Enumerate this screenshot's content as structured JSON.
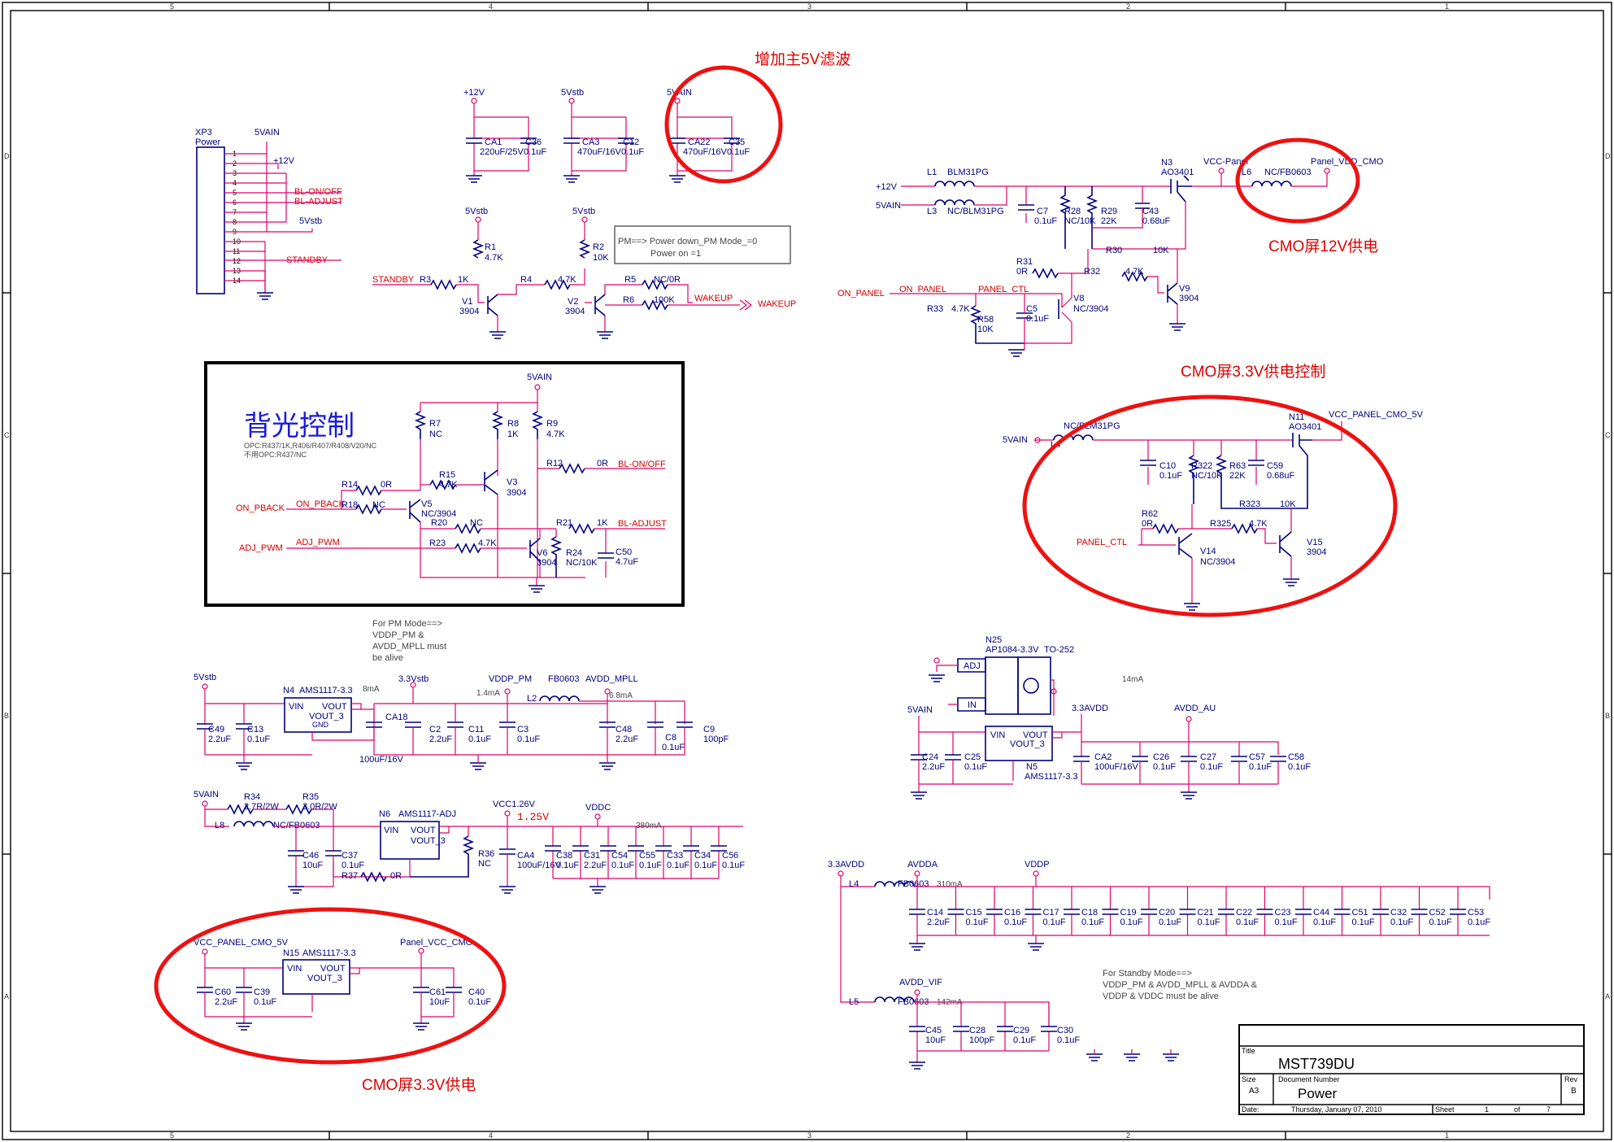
{
  "zones": {
    "columns": [
      "5",
      "4",
      "3",
      "2",
      "1"
    ],
    "rows": [
      "D",
      "C",
      "B",
      "A"
    ]
  },
  "annotations": {
    "filter_5v": "增加主5V滤波",
    "cmo_12v": "CMO屏12V供电",
    "cmo_33v_ctrl": "CMO屏3.3V供电控制",
    "cmo_33v": "CMO屏3.3V供电",
    "backlight": "背光控制",
    "backlight_note1": "OPC:R437/1K,R406/R407/R408/V20/NC",
    "backlight_note2": "不用OPC:R437/NC"
  },
  "notes": {
    "pm_mode": [
      "PM==> Power down_PM Mode_=0",
      "Power on =1"
    ],
    "pm_alive": [
      "For PM Mode==>",
      "VDDP_PM &",
      "AVDD_MPLL must",
      "be alive"
    ],
    "standby_alive": [
      "For Standby Mode==>",
      "VDDP_PM & AVDD_MPLL & AVDDA &",
      "VDDP & VDDC must be alive"
    ]
  },
  "connector": {
    "ref": "XP3",
    "name": "Power",
    "pins": [
      "1",
      "2",
      "3",
      "4",
      "5",
      "6",
      "7",
      "8",
      "9",
      "10",
      "11",
      "12",
      "13",
      "14"
    ],
    "nets": [
      "5VAIN",
      "+12V",
      "BL-ON/OFF",
      "BL-ADJUST",
      "5Vstb",
      "STANDBY"
    ]
  },
  "caps_top": [
    {
      "rail": "+12V",
      "ca": "CA1",
      "ca_val": "220uF/25V",
      "c": "C36",
      "c_val": "0.1uF"
    },
    {
      "rail": "5Vstb",
      "ca": "CA3",
      "ca_val": "470uF/16V",
      "c": "C12",
      "c_val": "0.1uF"
    },
    {
      "rail": "5VAIN",
      "ca": "CA22",
      "ca_val": "470uF/16V",
      "c": "C35",
      "c_val": "0.1uF"
    }
  ],
  "standby_circuit": {
    "rails": [
      "5Vstb",
      "5Vstb"
    ],
    "r1": [
      "R1",
      "4.7K"
    ],
    "r2": [
      "R2",
      "10K"
    ],
    "r3": [
      "R3",
      "1K"
    ],
    "r4": [
      "R4",
      "4.7K"
    ],
    "r5": [
      "R5",
      "NC/0R"
    ],
    "r6": [
      "R6",
      "100K"
    ],
    "v1": [
      "V1",
      "3904"
    ],
    "v2": [
      "V2",
      "3904"
    ],
    "standby": "STANDBY",
    "wakeup": "WAKEUP"
  },
  "panel12": {
    "l1": [
      "L1",
      "BLM31PG"
    ],
    "l3": [
      "L3",
      "NC/BLM31PG"
    ],
    "rails": [
      "+12V",
      "5VAIN"
    ],
    "c7": [
      "C7",
      "0.1uF"
    ],
    "r28": [
      "R28",
      "NC/10K"
    ],
    "r29": [
      "R29",
      "22K"
    ],
    "c43": [
      "C43",
      "0.68uF"
    ],
    "n3": [
      "N3",
      "AO3401"
    ],
    "vcc_panel": "VCC-Panel",
    "l6": [
      "L6",
      "NC/FB0603"
    ],
    "out": "Panel_VDD_CMO",
    "r30": [
      "R30",
      "10K"
    ],
    "r31": [
      "R31",
      "0R"
    ],
    "r32": [
      "R32",
      "4.7K"
    ],
    "v9": [
      "V9",
      "3904"
    ],
    "v8": [
      "V8",
      "NC/3904"
    ],
    "on_panel": "ON_PANEL",
    "panel_ctl": "PANEL_CTL",
    "r33": [
      "R33",
      "4.7K"
    ],
    "c5": [
      "C5",
      "0.1uF"
    ],
    "r58": [
      "R58",
      "10K"
    ]
  },
  "backlight": {
    "rail": "5VAIN",
    "r7": [
      "R7",
      "NC"
    ],
    "r8": [
      "R8",
      "1K"
    ],
    "r9": [
      "R9",
      "4.7K"
    ],
    "r12": [
      "R12",
      "0R"
    ],
    "r14": [
      "R14",
      "0R"
    ],
    "r15": [
      "R15",
      "4.7K"
    ],
    "r18": [
      "R18",
      "NC"
    ],
    "r20": [
      "R20",
      "NC"
    ],
    "r21": [
      "R21",
      "1K"
    ],
    "r23": [
      "R23",
      "4.7K"
    ],
    "r24": [
      "R24",
      "NC/10K"
    ],
    "c50": [
      "C50",
      "4.7uF"
    ],
    "v3": [
      "V3",
      "3904"
    ],
    "v5": [
      "V5",
      "NC/3904"
    ],
    "v6": [
      "V6",
      "3904"
    ],
    "on_pback": "ON_PBACK",
    "adj_pwm": "ADJ_PWM",
    "bl_on": "BL-ON/OFF",
    "bl_adj": "BL-ADJUST"
  },
  "panel33_ctrl": {
    "rail": "5VAIN",
    "l4": [
      "L4",
      "NC/BLM31PG"
    ],
    "n11": [
      "N11",
      "AO3401"
    ],
    "out": "VCC_PANEL_CMO_5V",
    "c10": [
      "C10",
      "0.1uF"
    ],
    "r322": [
      "R322",
      "NC/10K"
    ],
    "r63": [
      "R63",
      "22K"
    ],
    "c59": [
      "C59",
      "0.68uF"
    ],
    "r323": [
      "R323",
      "10K"
    ],
    "r62": [
      "R62",
      "0R"
    ],
    "r325": [
      "R325",
      "4.7K"
    ],
    "v14": [
      "V14",
      "NC/3904"
    ],
    "v15": [
      "V15",
      "3904"
    ],
    "panel_ctl": "PANEL_CTL"
  },
  "reg_n4": {
    "ref": "N4",
    "part": "AMS1117-3.3",
    "in": "5Vstb",
    "out": "3.3Vstb",
    "cur": "8mA",
    "vin": "VIN",
    "vout": "VOUT",
    "vout3": "VOUT_3",
    "gnd": "GND",
    "c49": [
      "C49",
      "2.2uF"
    ],
    "c13": [
      "C13",
      "0.1uF"
    ],
    "ca18": [
      "CA18",
      "100uF/16V"
    ],
    "c2": [
      "C2",
      "2.2uF"
    ],
    "c11": [
      "C11",
      "0.1uF"
    ],
    "vddp_pm": "VDDP_PM",
    "vddp_cur": "1.4mA",
    "c3": [
      "C3",
      "0.1uF"
    ],
    "l2": [
      "L2",
      "FB0603"
    ],
    "avdd_mpll": "AVDD_MPLL",
    "mpll_cur": "6.8mA",
    "c48": [
      "C48",
      "2.2uF"
    ],
    "c8": [
      "C8",
      "0.1uF"
    ],
    "c9": [
      "C9",
      "100pF"
    ]
  },
  "reg_n25": {
    "ref": "N25",
    "part": "AP1084-3.3V",
    "pkg": "TO-252",
    "adj": "ADJ",
    "in_pin": "IN",
    "cur": "14mA"
  },
  "reg_n5": {
    "ref": "N5",
    "part": "AMS1117-3.3",
    "in": "5VAIN",
    "out": "3.3AVDD",
    "avdd_au": "AVDD_AU",
    "c24": [
      "C24",
      "2.2uF"
    ],
    "c25": [
      "C25",
      "0.1uF"
    ],
    "ca2": [
      "CA2",
      "100uF/16V"
    ],
    "c26": [
      "C26",
      "0.1uF"
    ],
    "c27": [
      "C27",
      "0.1uF"
    ],
    "c57": [
      "C57",
      "0.1uF"
    ],
    "c58": [
      "C58",
      "0.1uF"
    ]
  },
  "reg_n6": {
    "ref": "N6",
    "part": "AMS1117-ADJ",
    "in": "5VAIN",
    "r34": [
      "R34",
      "2.7R/2W"
    ],
    "r35": [
      "R35",
      "3.0R/2W"
    ],
    "l8": [
      "L8",
      "NC/FB0603"
    ],
    "c46": [
      "C46",
      "10uF"
    ],
    "c37": [
      "C37",
      "0.1uF"
    ],
    "r37": [
      "R37",
      "0R"
    ],
    "r36": [
      "R36",
      "NC"
    ],
    "vcc126": "VCC1.26V",
    "v125": "1.25V",
    "vddc": "VDDC",
    "cur": "380mA",
    "ca4": [
      "CA4",
      "100uF/16V"
    ],
    "caps": [
      [
        "C38",
        "0.1uF"
      ],
      [
        "C31",
        "2.2uF"
      ],
      [
        "C54",
        "0.1uF"
      ],
      [
        "C55",
        "0.1uF"
      ],
      [
        "C33",
        "0.1uF"
      ],
      [
        "C34",
        "0.1uF"
      ],
      [
        "C56",
        "0.1uF"
      ]
    ]
  },
  "reg_n15": {
    "ref": "N15",
    "part": "AMS1117-3.3",
    "in": "VCC_PANEL_CMO_5V",
    "out": "Panel_VCC_CMO",
    "c60": [
      "C60",
      "2.2uF"
    ],
    "c39": [
      "C39",
      "0.1uF"
    ],
    "c61": [
      "C61",
      "10uF"
    ],
    "c40": [
      "C40",
      "0.1uF"
    ]
  },
  "avdda": {
    "rail": "3.3AVDD",
    "net": "AVDDA",
    "vddp": "VDDP",
    "l4": [
      "L4",
      "FB0603"
    ],
    "cur": "310mA",
    "caps": [
      [
        "C14",
        "2.2uF"
      ],
      [
        "C15",
        "0.1uF"
      ],
      [
        "C16",
        "0.1uF"
      ],
      [
        "C17",
        "0.1uF"
      ],
      [
        "C18",
        "0.1uF"
      ],
      [
        "C19",
        "0.1uF"
      ],
      [
        "C20",
        "0.1uF"
      ],
      [
        "C21",
        "0.1uF"
      ],
      [
        "C22",
        "0.1uF"
      ],
      [
        "C23",
        "0.1uF"
      ],
      [
        "C44",
        "0.1uF"
      ],
      [
        "C51",
        "0.1uF"
      ],
      [
        "C32",
        "0.1uF"
      ],
      [
        "C52",
        "0.1uF"
      ],
      [
        "C53",
        "0.1uF"
      ]
    ],
    "vif": "AVDD_VIF",
    "l5": [
      "L5",
      "FB0603"
    ],
    "vif_cur": "142mA",
    "vif_caps": [
      [
        "C45",
        "10uF"
      ],
      [
        "C28",
        "100pF"
      ],
      [
        "C29",
        "0.1uF"
      ],
      [
        "C30",
        "0.1uF"
      ]
    ]
  },
  "title_block": {
    "title_label": "Title",
    "title": "MST739DU",
    "size_label": "Size",
    "size": "A3",
    "docnum_label": "Document Number",
    "docnum": "Power",
    "rev_label": "Rev",
    "rev": "B",
    "date_label": "Date:",
    "date": "Thursday, January 07, 2010",
    "sheet_label": "Sheet",
    "sheet": "1",
    "of_label": "of",
    "total": "7"
  },
  "colors": {
    "wire": "#e0006a",
    "component": "#000080",
    "annotation": "#e00000",
    "highlight": "#1a1adc"
  }
}
